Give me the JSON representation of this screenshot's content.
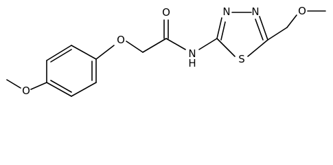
{
  "molecule": {
    "atoms": {
      "o_methoxy_left": "O",
      "o_ether": "O",
      "o_carbonyl": "O",
      "n_amide": "N",
      "h_amide": "H",
      "n_ring_1": "N",
      "n_ring_2": "N",
      "s_ring": "S",
      "o_methoxy_right": "O"
    }
  }
}
